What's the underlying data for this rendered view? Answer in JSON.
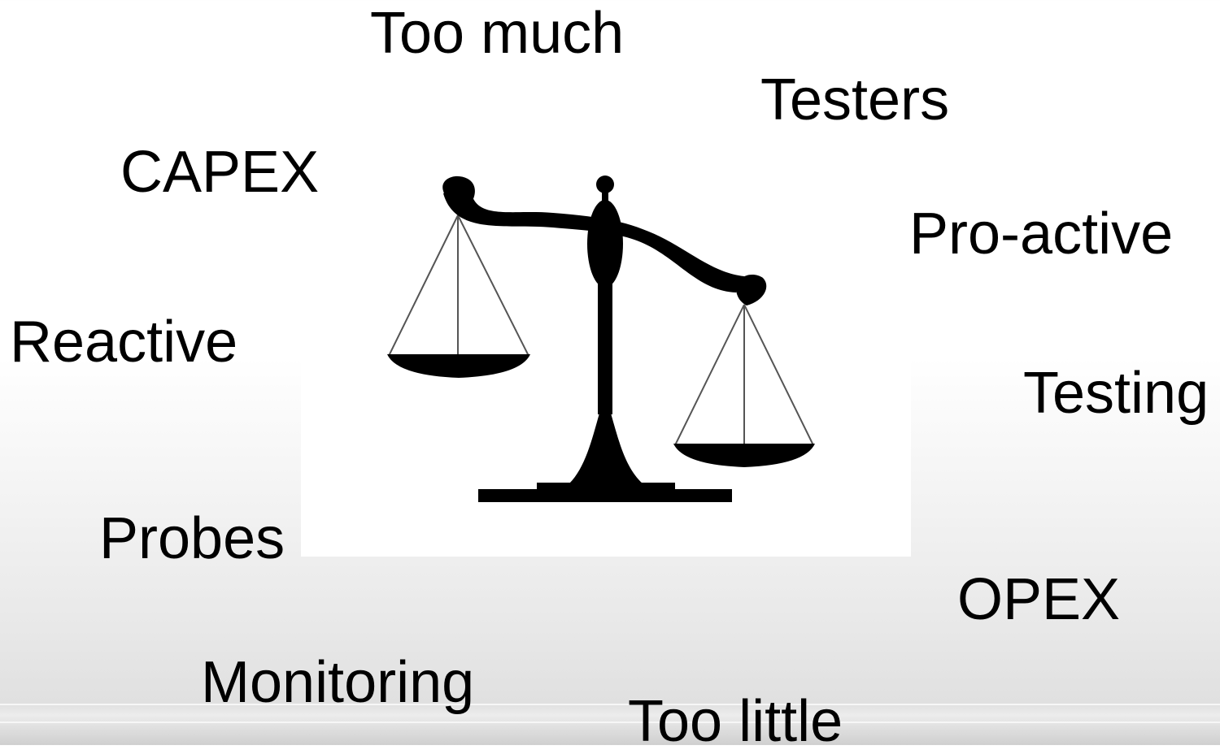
{
  "slide": {
    "words": {
      "too_much": "Too much",
      "testers": "Testers",
      "capex": "CAPEX",
      "pro_active": "Pro-active",
      "reactive": "Reactive",
      "testing": "Testing",
      "probes": "Probes",
      "opex": "OPEX",
      "monitoring": "Monitoring",
      "too_little": "Too little"
    },
    "illustration": {
      "icon": "balance-scale-icon",
      "tilt": "left pan raised, right pan lowered"
    },
    "colors": {
      "text": "#000000",
      "scale": "#000000",
      "background_top": "#ffffff",
      "background_bottom": "#d8d8d8"
    }
  }
}
